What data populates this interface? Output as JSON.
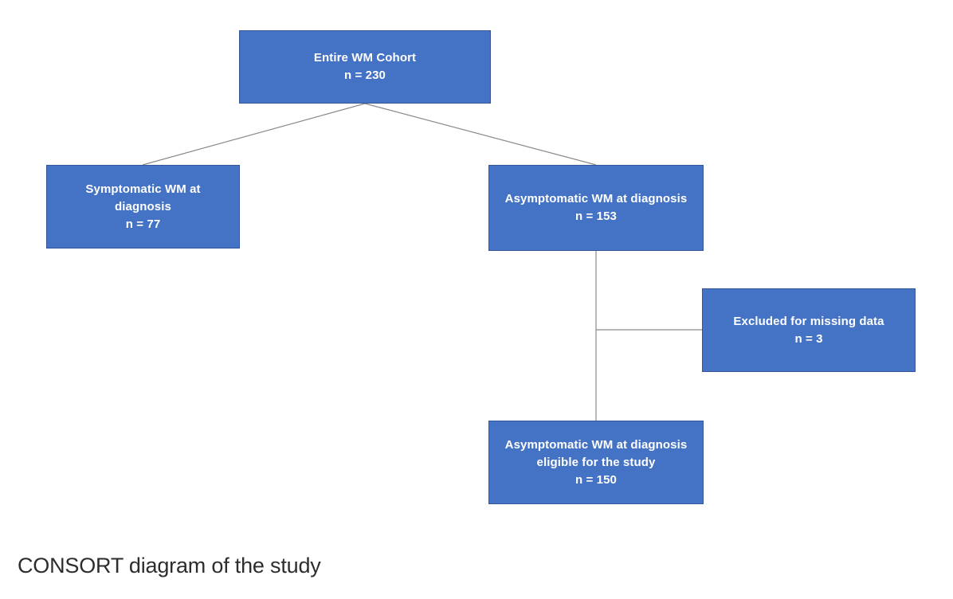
{
  "diagram": {
    "caption": "CONSORT diagram of the study",
    "colors": {
      "background": "#ffffff",
      "box_fill": "#4472c4",
      "box_border": "#35569b",
      "box_text": "#ffffff",
      "connector": "#8a8a8a",
      "caption_text": "#2d2d2d"
    },
    "nodes": {
      "entire_cohort": {
        "lines": [
          "Entire WM Cohort",
          "n = 230"
        ]
      },
      "symptomatic": {
        "lines": [
          "Symptomatic WM at",
          "diagnosis",
          "n = 77"
        ]
      },
      "asymptomatic": {
        "lines": [
          "Asymptomatic WM at diagnosis",
          "n = 153"
        ]
      },
      "excluded": {
        "lines": [
          "Excluded for missing data",
          "n = 3"
        ]
      },
      "eligible": {
        "lines": [
          "Asymptomatic WM at diagnosis",
          "eligible for the study",
          "n = 150"
        ]
      }
    }
  }
}
